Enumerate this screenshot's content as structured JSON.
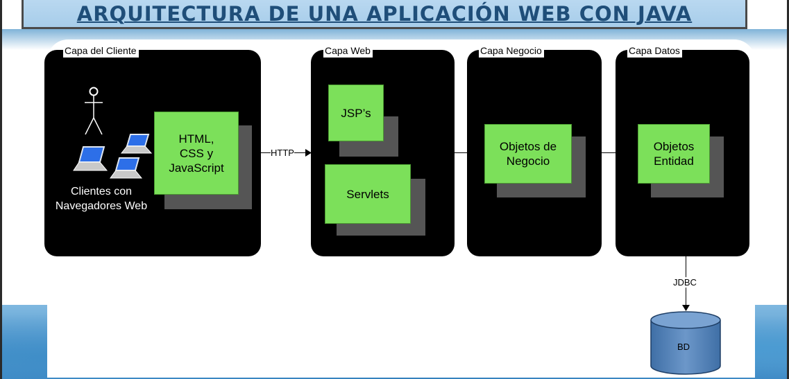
{
  "slide": {
    "title": "Arquitectura de una aplicación Web con Java"
  },
  "layers": {
    "client": "Capa del Cliente",
    "web": "Capa Web",
    "business": "Capa Negocio",
    "data": "Capa Datos"
  },
  "components": {
    "client_tech": "HTML,\nCSS y\nJavaScript",
    "client_users": "Clientes con\nNavegadores Web",
    "jsp": "JSP’s",
    "servlets": "Servlets",
    "business_objects": "Objetos de\nNegocio",
    "entity_objects": "Objetos\nEntidad",
    "database": "BD"
  },
  "connections": {
    "http": "HTTP",
    "jdbc": "JDBC"
  },
  "colors": {
    "banner": "#a7cdea",
    "title": "#1f4e79",
    "component": "#7ce05a",
    "database": "#5b86b8"
  }
}
